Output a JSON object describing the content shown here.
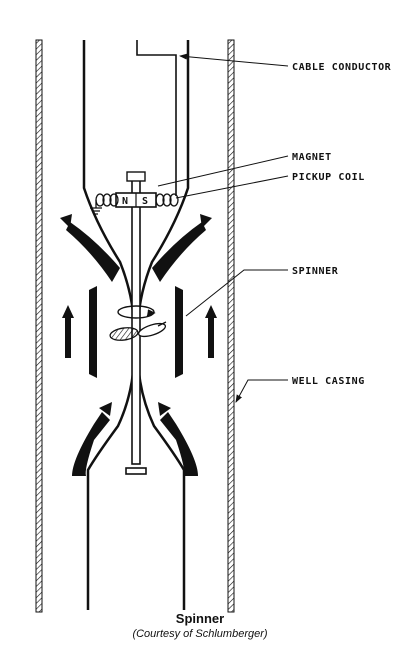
{
  "diagram": {
    "labels": {
      "cable_conductor": "CABLE CONDUCTOR",
      "magnet": "MAGNET",
      "pickup_coil": "PICKUP COIL",
      "spinner": "SPINNER",
      "well_casing": "WELL CASING",
      "magnet_n": "N",
      "magnet_s": "S"
    },
    "colors": {
      "ink": "#111111",
      "background": "#ffffff"
    }
  },
  "caption": {
    "title": "Spinner",
    "subtitle": "(Courtesy of Schlumberger)"
  }
}
